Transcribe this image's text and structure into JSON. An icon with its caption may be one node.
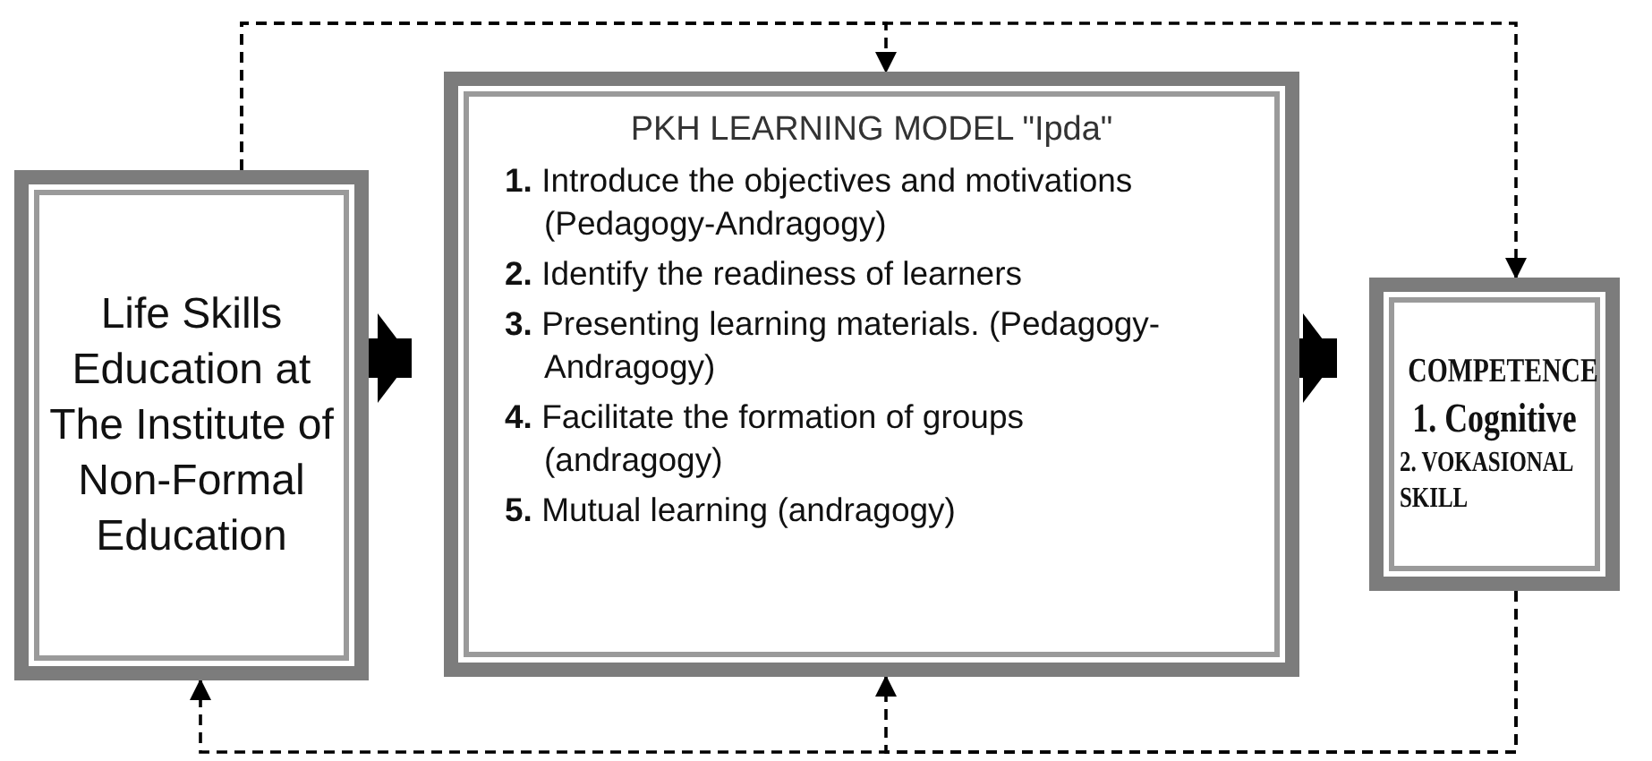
{
  "diagram": {
    "nodes": [
      {
        "text": [
          "Life Skills Education at The Institute of Non-Formal Education"
        ]
      },
      {
        "text": [
          "PKH LEARNING MODEL \"Ipda\"",
          "**1.** Introduce the objectives and motivations (Pedagogy-Andragogy)",
          "**2.** Identify the readiness of learners",
          "**3.** Presenting learning materials. (Pedagogy-Andragogy)",
          "**4.** Facilitate the formation of groups (andragogy)",
          "**5.** Mutual learning (andragogy)"
        ]
      },
      {
        "text": [
          "COMPETENCE",
          "1. Cognitive",
          "2. VOKASIONAL SKILL"
        ]
      }
    ],
    "edges": [
      {
        "from": 0,
        "to": 1,
        "arrow": "to",
        "style": "thick"
      },
      {
        "from": 1,
        "to": 2,
        "arrow": "to",
        "style": "thick"
      },
      {
        "from": 0,
        "to": 1,
        "arrow": "to",
        "style": "dashed"
      },
      {
        "from": 0,
        "to": 2,
        "arrow": "to",
        "style": "dashed"
      },
      {
        "from": 2,
        "to": 0,
        "arrow": "to",
        "style": "dashed"
      },
      {
        "from": 2,
        "to": 1,
        "arrow": "to",
        "style": "dashed"
      }
    ]
  }
}
